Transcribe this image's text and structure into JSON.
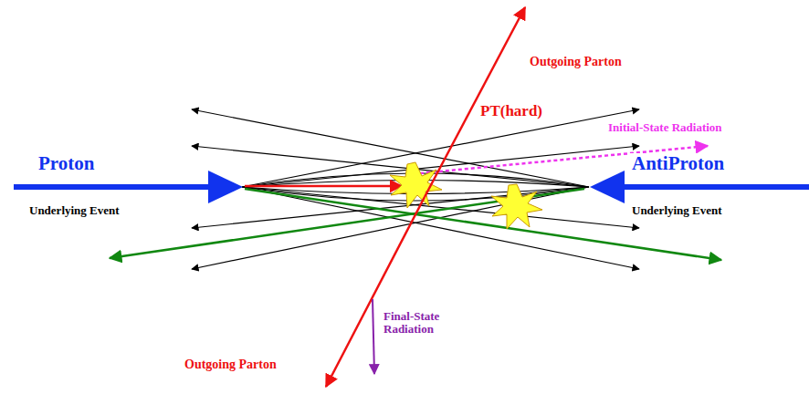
{
  "diagram": {
    "labels": [
      "Outgoing Parton",
      "PT(hard)",
      "Initial-State Radiation",
      "Proton",
      "AntiProton",
      "Underlying Event",
      "Underlying Event",
      "Final-State Radiation",
      "Outgoing Parton"
    ]
  }
}
